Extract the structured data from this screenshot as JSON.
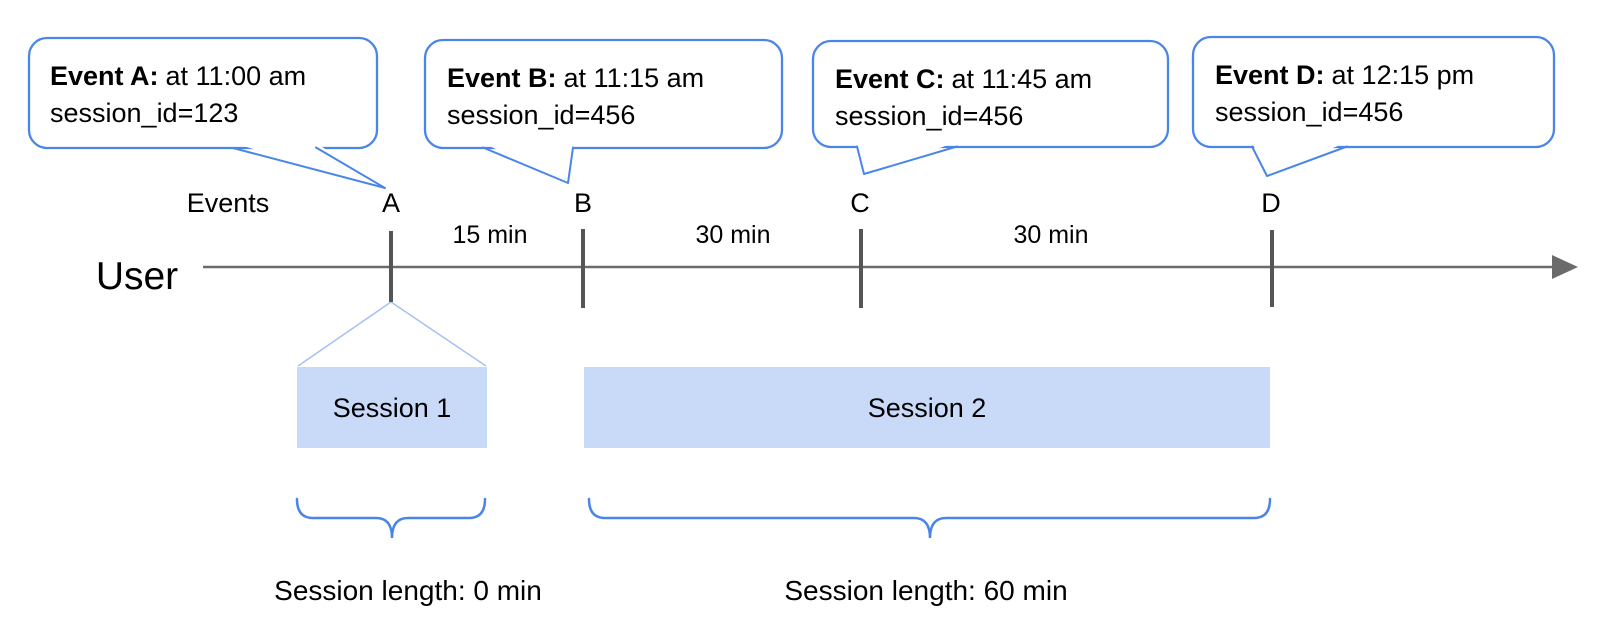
{
  "axis": {
    "events_label": "Events",
    "user_label": "User"
  },
  "events": [
    {
      "label": "A",
      "callout": {
        "title": "Event A:",
        "time": "at 11:00 am",
        "detail": "session_id=123"
      }
    },
    {
      "label": "B",
      "callout": {
        "title": "Event B:",
        "time": "at 11:15 am",
        "detail": "session_id=456"
      }
    },
    {
      "label": "C",
      "callout": {
        "title": "Event C:",
        "time": "at 11:45 am",
        "detail": "session_id=456"
      }
    },
    {
      "label": "D",
      "callout": {
        "title": "Event D:",
        "time": "at 12:15 pm",
        "detail": "session_id=456"
      }
    }
  ],
  "intervals": [
    {
      "label": "15 min"
    },
    {
      "label": "30 min"
    },
    {
      "label": "30 min"
    }
  ],
  "sessions": [
    {
      "label": "Session 1",
      "length": "Session length: 0 min"
    },
    {
      "label": "Session 2",
      "length": "Session length: 60 min"
    }
  ],
  "colors": {
    "callout_border": "#4a86e8",
    "session_fill": "#c9daf8",
    "brace": "#4a86e8",
    "axis_line": "#6b6b6b",
    "tick": "#555555",
    "fan_line": "#a4c2f4",
    "text": "#000000"
  }
}
